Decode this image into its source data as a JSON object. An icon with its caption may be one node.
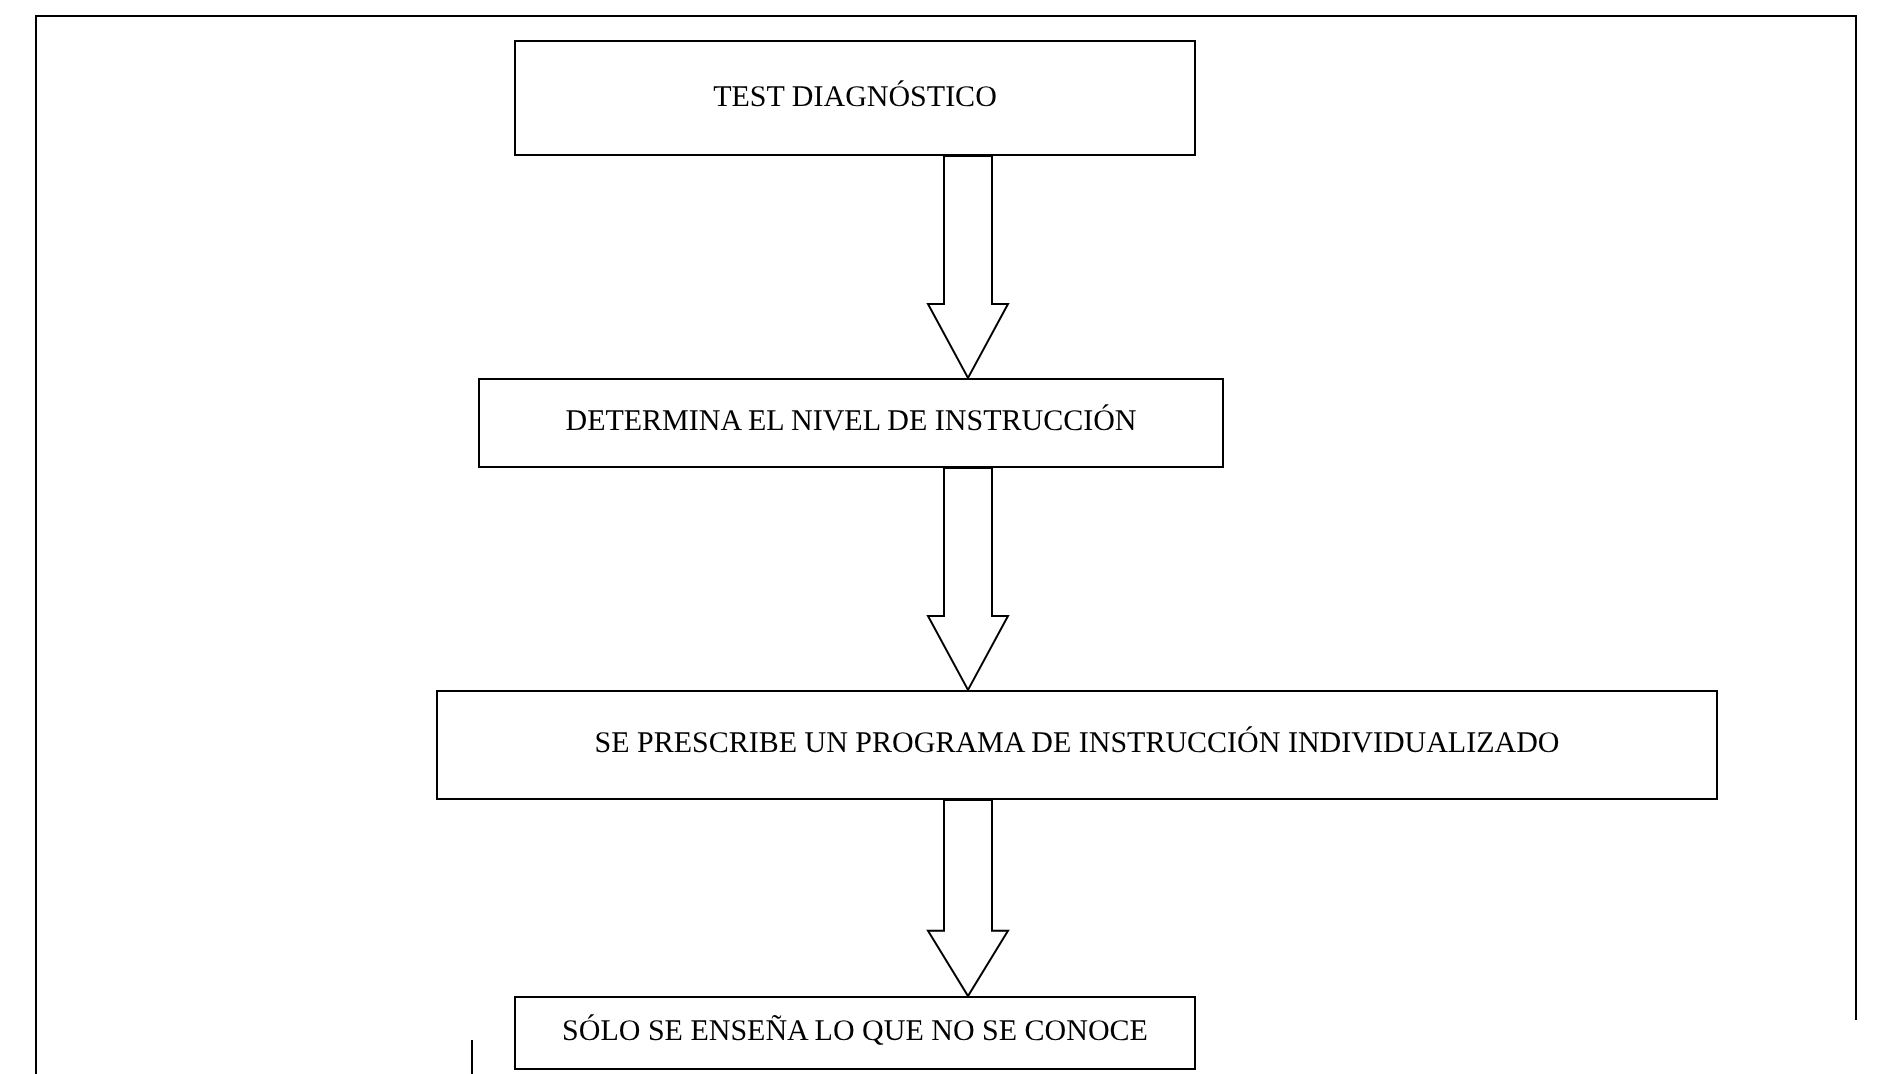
{
  "diagram": {
    "nodes": [
      {
        "text": [
          "TEST DIAGNÓSTICO"
        ]
      },
      {
        "text": [
          "DETERMINA EL NIVEL DE INSTRUCCIÓN"
        ]
      },
      {
        "text": [
          "SE PRESCRIBE UN PROGRAMA DE INSTRUCCIÓN INDIVIDUALIZADO"
        ]
      },
      {
        "text": [
          "SÓLO SE ENSEÑA LO QUE NO SE CONOCE"
        ]
      }
    ],
    "edges": [
      {
        "from": 0,
        "to": 1,
        "arrow": "to"
      },
      {
        "from": 1,
        "to": 2,
        "arrow": "to"
      },
      {
        "from": 2,
        "to": 3,
        "arrow": "to"
      }
    ]
  }
}
